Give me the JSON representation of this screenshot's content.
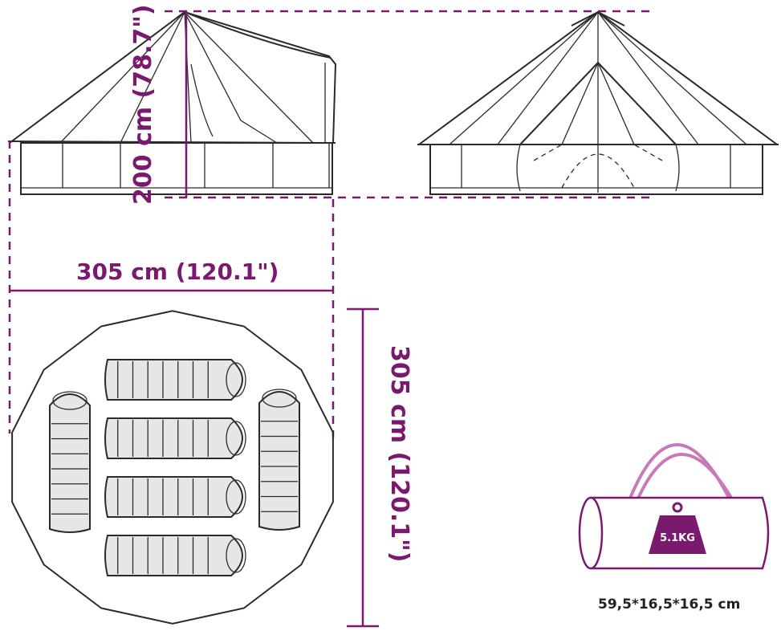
{
  "labels": {
    "height": "200 cm (78.7\")",
    "width": "305 cm (120.1\")",
    "depth": "305 cm (120.1\")",
    "weight": "5.1KG",
    "bag_size": "59,5*16,5*16,5 cm"
  },
  "colors": {
    "accent": "#7a1a6e",
    "outline": "#2a2a2a",
    "bag_fill": "#e6e6e6",
    "bag_handle": "#c87ab8",
    "weight_badge": "#7a1a6e"
  },
  "figures": {
    "side_view": "tent-side-view",
    "front_view": "tent-front-view",
    "floor_plan": "floor-plan-with-sleeping-bags",
    "carry_bag": "carry-bag"
  },
  "sleeping_bags": {
    "horizontal_count": 4,
    "vertical_count": 2,
    "segments_per_bag": 8
  }
}
